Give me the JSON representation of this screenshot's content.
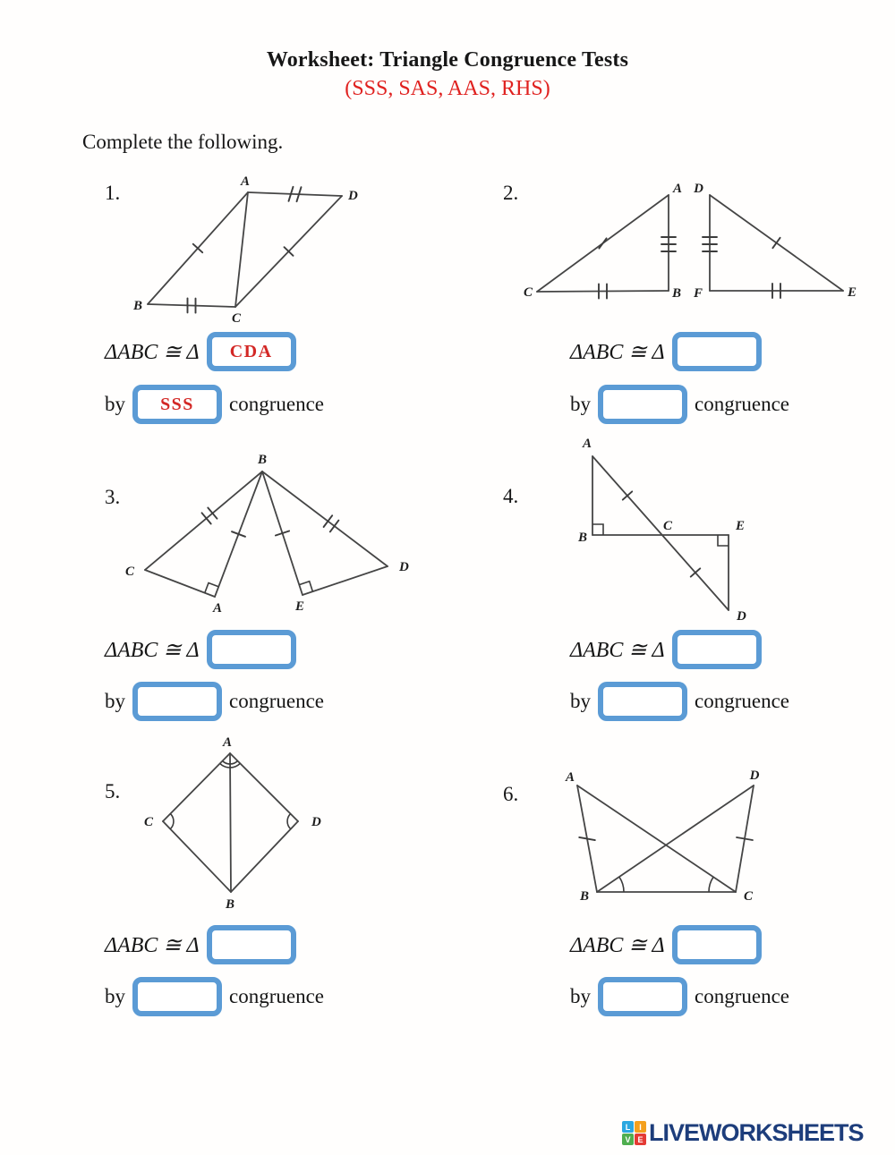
{
  "header": {
    "title": "Worksheet: Triangle Congruence Tests",
    "subtitle": "(SSS, SAS, AAS, RHS)",
    "instruction": "Complete the following."
  },
  "labels": {
    "equation_prefix": "ΔABC ≅ Δ",
    "by": "by",
    "congruence": "congruence"
  },
  "problems": [
    {
      "number": "1.",
      "answers": {
        "triangle": "CDA",
        "test": "SSS"
      },
      "figure_description": "parallelogram BADC with diagonal AC; single ticks on BA and CD, double ticks on AD and BC",
      "vertices": [
        "A",
        "D",
        "B",
        "C"
      ]
    },
    {
      "number": "2.",
      "answers": {
        "triangle": "",
        "test": ""
      },
      "figure_description": "two triangles CAB and DFE; single ticks on CA and DE, triple ticks on AB and DF, double ticks on CB and FE",
      "vertices": [
        "A",
        "B",
        "C",
        "D",
        "F",
        "E"
      ]
    },
    {
      "number": "3.",
      "answers": {
        "triangle": "",
        "test": ""
      },
      "figure_description": "two triangles BCA and BDE sharing apex B; double ticks on BC and BD, single ticks on BA and BE, right angles at A and E",
      "vertices": [
        "B",
        "C",
        "A",
        "E",
        "D"
      ]
    },
    {
      "number": "4.",
      "answers": {
        "triangle": "",
        "test": ""
      },
      "figure_description": "segments AB vertical, BE horizontal, ED vertical, diagonal AD crossing at C; single ticks on AC and CD, right angles at B and E",
      "vertices": [
        "A",
        "B",
        "C",
        "E",
        "D"
      ]
    },
    {
      "number": "5.",
      "answers": {
        "triangle": "",
        "test": ""
      },
      "figure_description": "kite ACBD with diagonal AB; double angle arc at A, single angle arcs at C and D",
      "vertices": [
        "A",
        "B",
        "C",
        "D"
      ]
    },
    {
      "number": "6.",
      "answers": {
        "triangle": "",
        "test": ""
      },
      "figure_description": "quadrilateral ABCD with crossing diagonals AC and DB; single ticks on AB and DC, angle arcs at B and C",
      "vertices": [
        "A",
        "D",
        "B",
        "C"
      ]
    }
  ],
  "colors": {
    "accent_blue": "#5b9bd5",
    "answer_red": "#d32826",
    "subtitle_red": "#e02220",
    "logo_navy": "#1d3d7b"
  },
  "logo": {
    "text": "LIVEWORKSHEETS",
    "tiles": [
      {
        "letter": "L",
        "color": "#2ba7e0"
      },
      {
        "letter": "I",
        "color": "#f4a01d"
      },
      {
        "letter": "V",
        "color": "#4fae4f"
      },
      {
        "letter": "E",
        "color": "#e43b34"
      }
    ]
  }
}
